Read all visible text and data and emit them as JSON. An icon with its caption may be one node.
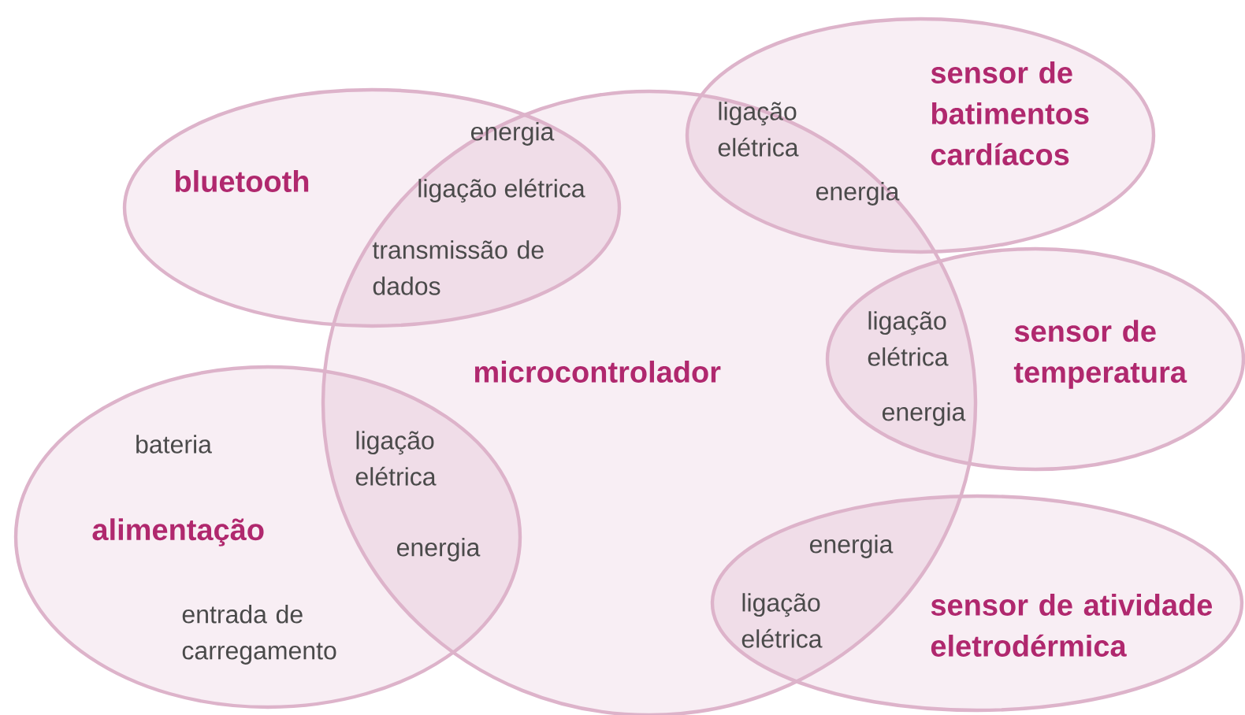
{
  "diagram": {
    "nodes": [
      {
        "text": [
          "bluetooth"
        ]
      },
      {
        "text": [
          "sensor de batimentos cardíacos"
        ]
      },
      {
        "text": [
          "microcontrolador"
        ]
      },
      {
        "text": [
          "sensor de temperatura"
        ]
      },
      {
        "text": [
          "alimentação"
        ]
      },
      {
        "text": [
          "sensor de atividade eletrodérmica"
        ]
      }
    ],
    "labels": [
      "energia",
      "ligação elétrica",
      "transmissão de dados",
      "ligação elétrica",
      "energia",
      "ligação elétrica",
      "energia",
      "bateria",
      "ligação elétrica",
      "energia",
      "entrada de carregamento",
      "energia",
      "ligação elétrica"
    ]
  }
}
